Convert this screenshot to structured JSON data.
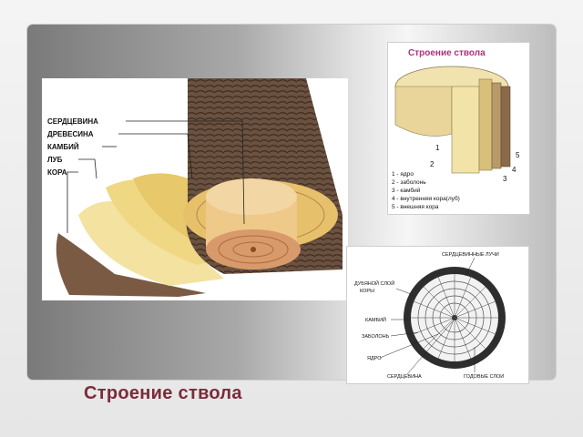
{
  "slide": {
    "caption": "Строение ствола"
  },
  "main_diagram": {
    "labels": [
      "СЕРДЦЕВИНА",
      "ДРЕВЕСИНА",
      "КАМБИЙ",
      "ЛУБ",
      "КОРА"
    ]
  },
  "trunk_diagram": {
    "title": "Строение ствола",
    "numbers": [
      "1",
      "2",
      "3",
      "4",
      "5"
    ],
    "legend": [
      "1 - ядро",
      "2 - заболонь",
      "3 - камбий",
      "4 - внутренняя кора(луб)",
      "5 - внешняя кора"
    ]
  },
  "cross_section": {
    "labels": {
      "rays": "СЕРДЦЕВИННЫЕ ЛУЧИ",
      "bark_line1": "ДУБЯНОЙ СЛОЙ",
      "bark_line2": "КОРЫ",
      "cambium": "КАМБИЙ",
      "sapwood": "ЗАБОЛОНЬ",
      "core": "ЯДРО",
      "pith": "СЕРДЦЕВИНА",
      "rings": "ГОДОВЫЕ СЛОИ"
    }
  },
  "colors": {
    "caption": "#7b2b3a",
    "bark": "#5e4636",
    "wood": "#e8c176",
    "ring": "#c98d52"
  }
}
